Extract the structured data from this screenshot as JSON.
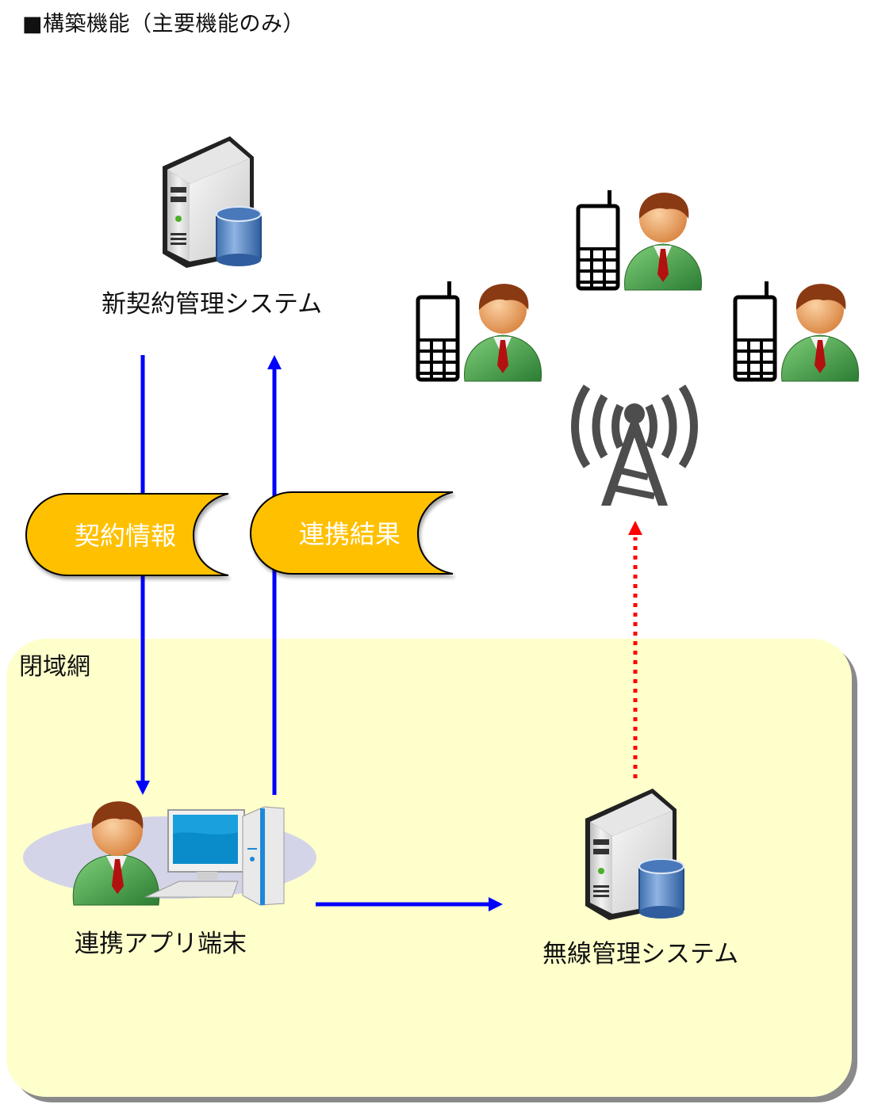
{
  "title": "■構築機能（主要機能のみ）",
  "zone": {
    "label": "閉域網",
    "fill": "#ffffcc"
  },
  "nodes": {
    "new_contract_system": {
      "label": "新契約管理システム",
      "icon": "server-database-icon"
    },
    "wireless_system": {
      "label": "無線管理システム",
      "icon": "server-database-icon"
    },
    "app_terminal": {
      "label": "連携アプリ端末",
      "icon": "user-with-pc-icon"
    },
    "antenna": {
      "icon": "radio-tower-icon"
    },
    "mobile_users": [
      {
        "icon": "mobile-phone-user-icon"
      },
      {
        "icon": "mobile-phone-user-icon"
      },
      {
        "icon": "mobile-phone-user-icon"
      }
    ]
  },
  "data_tags": [
    {
      "label": "契約情報",
      "fill": "#ffc000"
    },
    {
      "label": "連携結果",
      "fill": "#ffc000"
    }
  ],
  "flows": [
    {
      "from": "new_contract_system",
      "to": "app_terminal",
      "via": "契約情報",
      "color": "#0000ff",
      "style": "solid"
    },
    {
      "from": "app_terminal",
      "to": "new_contract_system",
      "via": "連携結果",
      "color": "#0000ff",
      "style": "solid"
    },
    {
      "from": "app_terminal",
      "to": "wireless_system",
      "color": "#0000ff",
      "style": "solid"
    },
    {
      "from": "wireless_system",
      "to": "antenna",
      "color": "#ff0000",
      "style": "dotted"
    }
  ]
}
